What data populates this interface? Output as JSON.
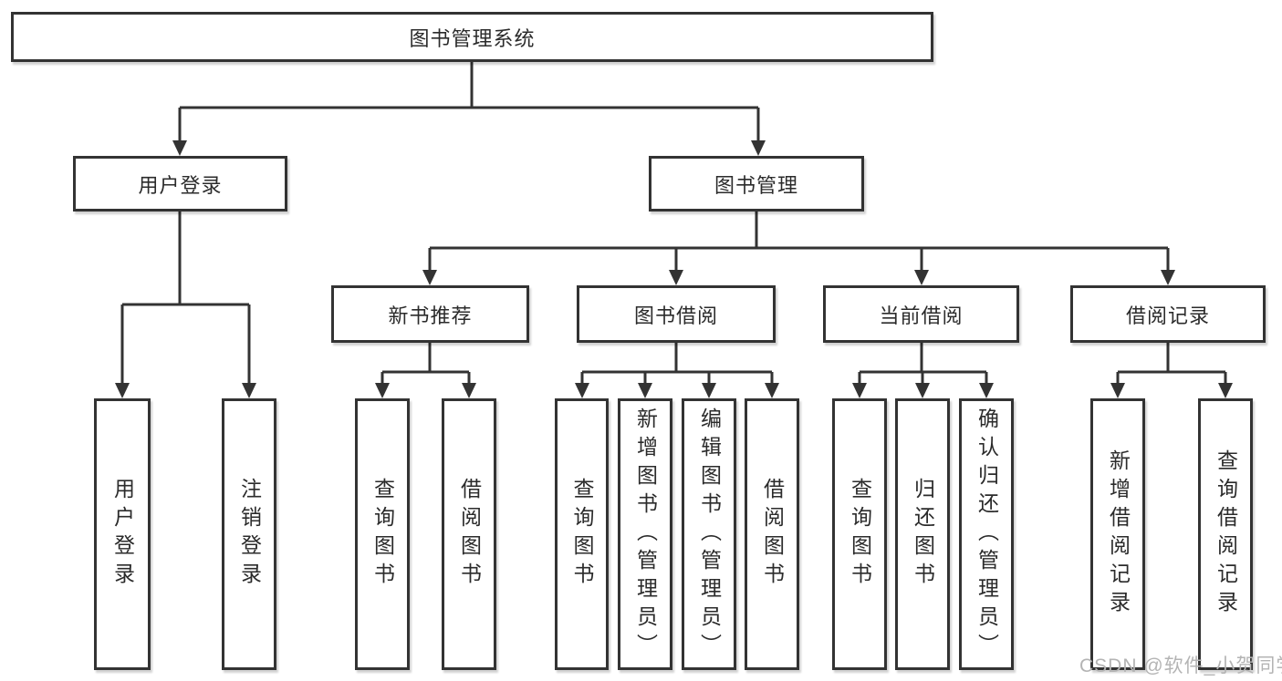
{
  "diagram": {
    "root": {
      "label": "图书管理系统"
    },
    "level2": [
      {
        "label": "用户登录"
      },
      {
        "label": "图书管理"
      }
    ],
    "level3": [
      {
        "label": "新书推荐"
      },
      {
        "label": "图书借阅"
      },
      {
        "label": "当前借阅"
      },
      {
        "label": "借阅记录"
      }
    ],
    "leaves": {
      "user_login": [
        "用户登录",
        "注销登录"
      ],
      "new_books": [
        "查询图书",
        "借阅图书"
      ],
      "book_borrowing": [
        "查询图书",
        "新增图书（管理员）",
        "编辑图书（管理员）",
        "借阅图书"
      ],
      "current_borrowing": [
        "查询图书",
        "归还图书",
        "确认归还（管理员）"
      ],
      "borrow_records": [
        "新增借阅记录",
        "查询借阅记录"
      ]
    },
    "watermark": "CSDN @软件_小贺同学",
    "colors": {
      "line": "#333333",
      "text": "#2b2b2b",
      "watermark": "#b4b4b4",
      "background": "#ffffff"
    }
  }
}
